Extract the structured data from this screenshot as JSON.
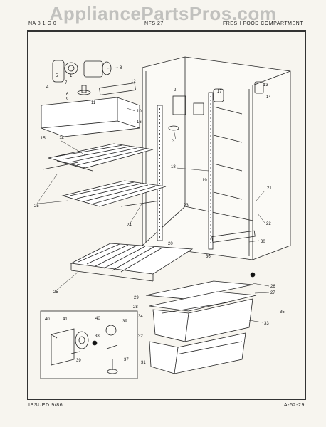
{
  "watermark": "AppliancePartsPros.com",
  "header": {
    "model": "NA 8 1 G 0",
    "middle": "NFS 27",
    "right": "FRESH FOOD COMPARTMENT"
  },
  "footer": {
    "issued": "ISSUED 9/86",
    "code": "A-52-29"
  },
  "callouts": [
    "1",
    "2",
    "3",
    "4",
    "5",
    "6",
    "7",
    "8",
    "9",
    "10",
    "11",
    "12",
    "13",
    "14",
    "15",
    "16",
    "17",
    "18",
    "19",
    "20",
    "21",
    "22",
    "23",
    "24",
    "25",
    "26",
    "27",
    "28",
    "29",
    "30",
    "31",
    "32",
    "33",
    "34",
    "35",
    "36",
    "37",
    "38",
    "39",
    "40",
    "41"
  ],
  "colors": {
    "line": "#222222",
    "paper": "#f7f5ef",
    "watermark": "#969696"
  }
}
